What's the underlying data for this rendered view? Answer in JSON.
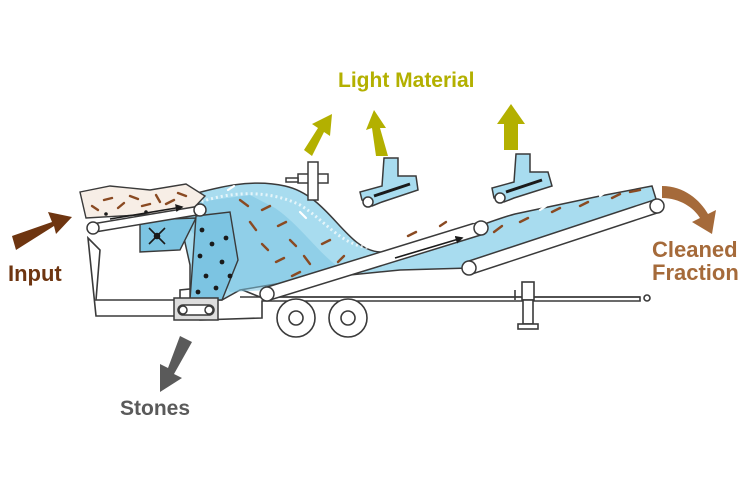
{
  "labels": {
    "light_material": "Light Material",
    "input": "Input",
    "stones": "Stones",
    "cleaned_line1": "Cleaned",
    "cleaned_line2": "Fraction"
  },
  "colors": {
    "light_material": "#b3b000",
    "input": "#6e3510",
    "stones": "#5a5a5a",
    "cleaned": "#a56a3a",
    "air_flow": "#a8dcef",
    "air_flow_dark": "#7cc4e2",
    "debris": "#8a4a22",
    "outline": "#3a3a3a"
  },
  "icons": {
    "input_arrow": "arrow-right-icon",
    "light_arrows": "arrow-up-icon",
    "stones_arrow": "arrow-down-icon",
    "cleaned_arrow": "curved-arrow-icon",
    "fan": "fan-icon"
  }
}
